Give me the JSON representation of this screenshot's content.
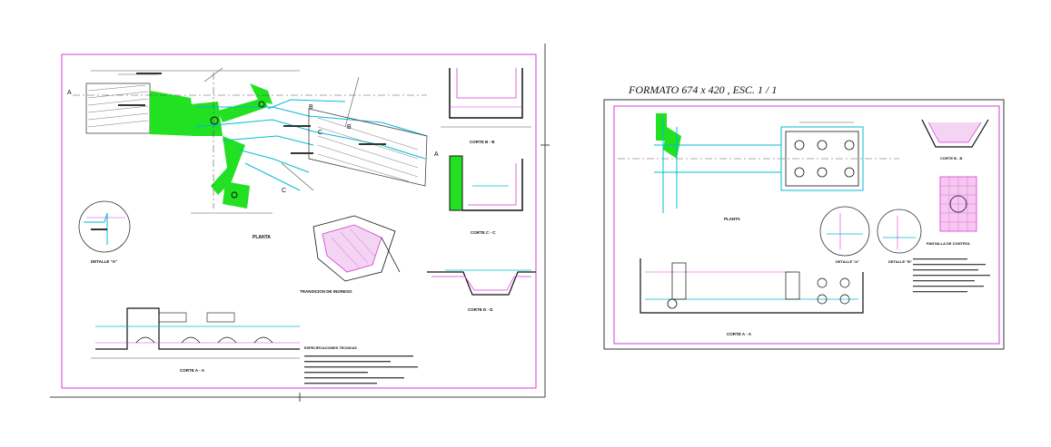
{
  "format_title": "FORMATO 674 x 420   , ESC. 1 / 1",
  "sheet1": {
    "labels": {
      "planta": "PLANTA",
      "corte_b": "CORTE B - B",
      "corte_c": "CORTE C - C",
      "corte_d": "CORTE D - D",
      "corte_a": "CORTE A - A",
      "detalle_a": "DETALLE \"A\"",
      "transicion": "TRANSICION DE INGRESO",
      "especificaciones": "ESPECIFICACIONES TECNICAS"
    }
  },
  "sheet2": {
    "labels": {
      "planta": "PLANTA",
      "corte_a": "CORTE A - A",
      "corte_b": "CORTE B - B",
      "pantalla": "PANTALLA DE CONTROL",
      "detalle_a": "DETALLE \"A\"",
      "detalle_b": "DETALLE \"B\""
    }
  },
  "colors": {
    "magenta": "#d63bd6",
    "cyan": "#00bcd4",
    "green": "#22e022",
    "black": "#111111"
  }
}
